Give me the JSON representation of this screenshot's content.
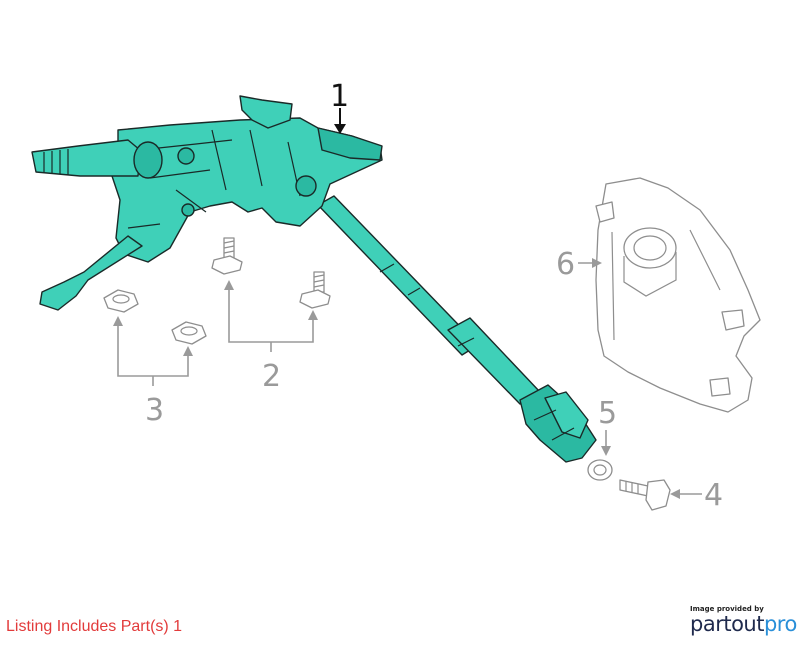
{
  "callouts": [
    {
      "label": "1"
    },
    {
      "label": "2"
    },
    {
      "label": "3"
    },
    {
      "label": "4"
    },
    {
      "label": "5"
    },
    {
      "label": "6"
    }
  ],
  "footer": {
    "listing_text": "Listing Includes Part(s) 1",
    "listing_color": "#e23b3b",
    "credit_text": "Image provided by",
    "brand_part1": "partout",
    "brand_part2": "pro"
  },
  "colors": {
    "part_fill": "#3fd0b8",
    "callout_grey": "#9a9a9a"
  }
}
